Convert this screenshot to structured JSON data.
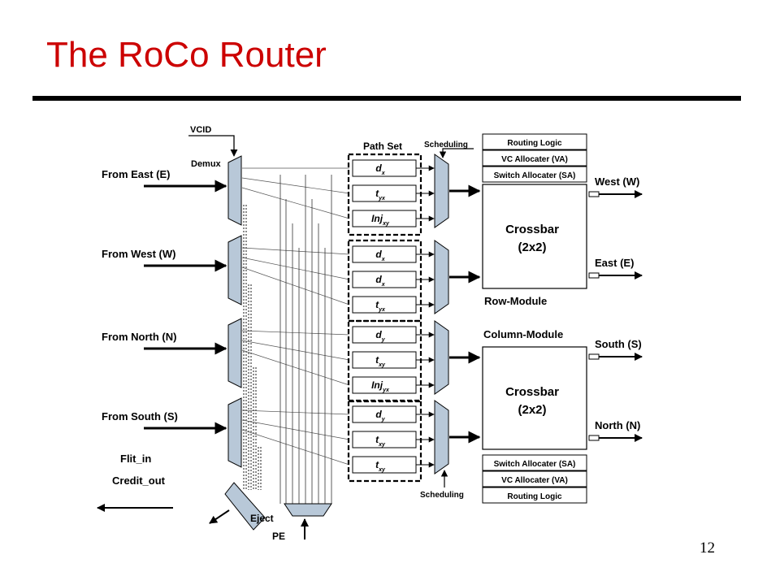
{
  "slide": {
    "title": "The RoCo Router",
    "page_number": "12"
  },
  "colors": {
    "title": "#cc0000",
    "mux_fill": "#b8c8d8",
    "line": "#000000"
  },
  "labels": {
    "vcid": "VCID",
    "demux": "Demux",
    "path_set": "Path Set",
    "scheduling": "Scheduling",
    "eject": "Eject",
    "pe": "PE",
    "flit_in": "Flit_in",
    "credit_out": "Credit_out",
    "row_module": "Row-Module",
    "column_module": "Column-Module",
    "crossbar": "Crossbar",
    "crossbar_size": "(2x2)"
  },
  "inputs": [
    "From East (E)",
    "From West (W)",
    "From North (N)",
    "From South (S)"
  ],
  "outputs": [
    "West (W)",
    "East (E)",
    "South (S)",
    "North (N)"
  ],
  "top_logic": [
    "Routing Logic",
    "VC Allocater (VA)",
    "Switch Allocater (SA)"
  ],
  "bottom_logic": [
    "Switch Allocater (SA)",
    "VC Allocater (VA)",
    "Routing Logic"
  ],
  "path_buffers": [
    [
      {
        "main": "d",
        "sub": "x"
      },
      {
        "main": "t",
        "sub": "yx"
      },
      {
        "main": "Inj",
        "sub": "xy"
      }
    ],
    [
      {
        "main": "d",
        "sub": "x"
      },
      {
        "main": "d",
        "sub": "x"
      },
      {
        "main": "t",
        "sub": "yx"
      }
    ],
    [
      {
        "main": "d",
        "sub": "y"
      },
      {
        "main": "t",
        "sub": "xy"
      },
      {
        "main": "Inj",
        "sub": "yx"
      }
    ],
    [
      {
        "main": "d",
        "sub": "y"
      },
      {
        "main": "t",
        "sub": "xy"
      },
      {
        "main": "t",
        "sub": "xy"
      }
    ]
  ]
}
